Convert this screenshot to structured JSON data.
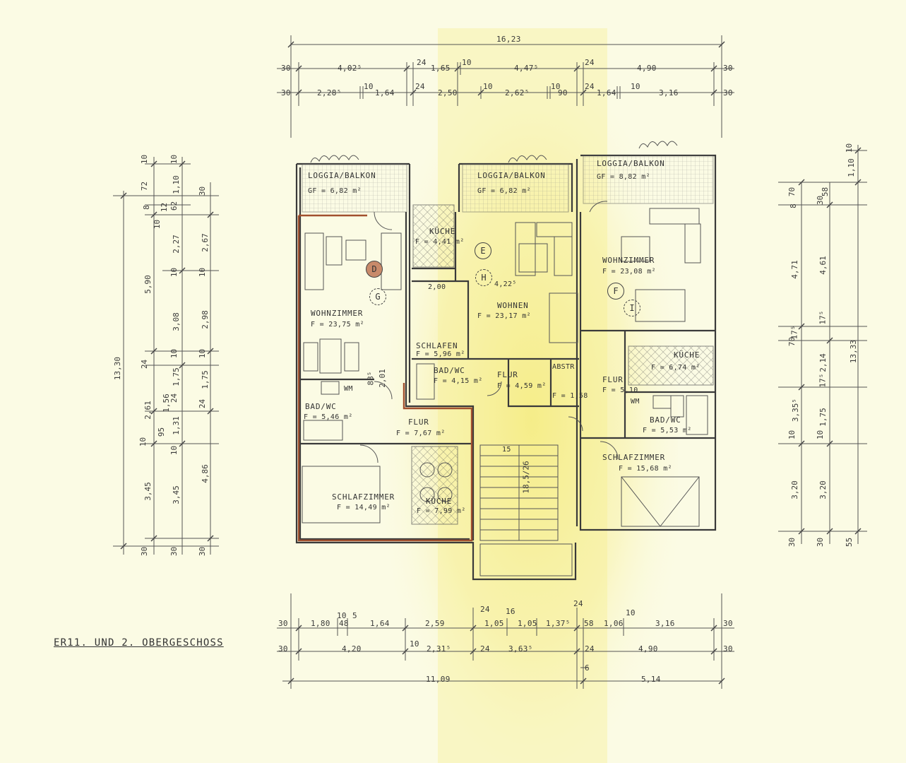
{
  "title": "ER11. UND 2. OBERGESCHOSS",
  "top_dims": {
    "total": "16,23",
    "row1": [
      "30",
      "4,02⁵",
      "24",
      "1,65",
      "10",
      "4,47⁵",
      "24",
      "4,90",
      "30"
    ],
    "row2": [
      "30",
      "2,28⁵",
      "10",
      "1,64",
      "24",
      "2,50",
      "10",
      "2,62⁵",
      "10",
      "90",
      "24",
      "1,64",
      "10",
      "3,16",
      "30"
    ]
  },
  "bottom_dims": {
    "row1": [
      "30",
      "1,80",
      "10",
      "48",
      "5",
      "1,64",
      "2,59",
      "24",
      "1,05",
      "16",
      "1,05",
      "1,37⁵",
      "24",
      "58",
      "1,06",
      "10",
      "3,16",
      "30"
    ],
    "row2": [
      "30",
      "4,20",
      "10",
      "2,31⁵",
      "24",
      "3,63⁵",
      "24",
      "4,90",
      "30"
    ],
    "six": "6",
    "totals": [
      "11,09",
      "5,14"
    ]
  },
  "left_dims": {
    "total": "13,30",
    "col_a": [
      "10",
      "72",
      "8",
      "10",
      "12",
      "5,90",
      "24",
      "2,61",
      "1,56",
      "95",
      "10",
      "3,45",
      "30"
    ],
    "col_b": [
      "10",
      "1,10",
      "62",
      "2,27",
      "10",
      "3,08",
      "10",
      "1,75",
      "24",
      "1,31",
      "10",
      "3,45",
      "30"
    ],
    "col_c": [
      "30",
      "2,67",
      "10",
      "2,98",
      "10",
      "1,75",
      "24",
      "4,86",
      "30"
    ]
  },
  "right_dims": {
    "total": "13,33",
    "col_a": [
      "70",
      "8",
      "4,71",
      "17⁵",
      "70",
      "3,35⁵",
      "10",
      "3,20",
      "30"
    ],
    "col_b": [
      "30",
      "58",
      "4,61",
      "17⁵",
      "2,14",
      "17⁵",
      "1,75",
      "10",
      "3,20",
      "30"
    ],
    "col_c": [
      "10",
      "1,10",
      "55"
    ]
  },
  "rooms": {
    "loggia_left": {
      "name": "LOGGIA/BALKON",
      "area": "GF = 6,82 m²"
    },
    "loggia_mid": {
      "name": "LOGGIA/BALKON",
      "area": "GF = 6,82 m²"
    },
    "loggia_right": {
      "name": "LOGGIA/BALKON",
      "area": "GF = 8,82 m²"
    },
    "wohnzimmer_left": {
      "name": "WOHNZIMMER",
      "area": "F = 23,75 m²"
    },
    "bad_left": {
      "name": "BAD/WC",
      "area": "F = 5,46 m²",
      "wm": "WM"
    },
    "flur_left": {
      "name": "FLUR",
      "area": "F = 7,67 m²"
    },
    "schlafzimmer_left": {
      "name": "SCHLAFZIMMER",
      "area": "F = 14,49 m²"
    },
    "kuche_left": {
      "name": "KÜCHE",
      "area": "F = 7,99 m²"
    },
    "kuche_mid": {
      "name": "KÜCHE",
      "area": "F = 4,41 m²"
    },
    "wohnen_mid": {
      "name": "WOHNEN",
      "area": "F = 23,17 m²"
    },
    "schlafen_mid": {
      "name": "SCHLAFEN",
      "area": "F = 5,96 m²"
    },
    "bad_mid": {
      "name": "BAD/WC",
      "area": "F = 4,15 m²"
    },
    "flur_mid": {
      "name": "FLUR",
      "area": "F = 4,59 m²"
    },
    "abstr": {
      "name": "ABSTR",
      "area": "F = 1,58"
    },
    "wohnzimmer_right": {
      "name": "WOHNZIMMER",
      "area": "F = 23,08 m²"
    },
    "kuche_right": {
      "name": "KÜCHE",
      "area": "F = 6,74 m²"
    },
    "flur_right": {
      "name": "FLUR",
      "area": "F = 5,10"
    },
    "bad_right": {
      "name": "BAD/WC",
      "area": "F = 5,53 m²",
      "wm": "WM"
    },
    "schlafzimmer_right": {
      "name": "SCHLAFZIMMER",
      "area": "F = 15,68 m²"
    }
  },
  "markers": {
    "d": "D",
    "g": "G",
    "e": "E",
    "h": "H",
    "f": "F",
    "i": "I"
  },
  "misc": {
    "dim_200": "2,00",
    "dim_422": "4,22⁵",
    "stair_steps": "15",
    "stair_ratio": "18,5/26",
    "door_88": "88⁵",
    "door_201": "2,01"
  },
  "colors": {
    "paper": "#fbfbe4",
    "highlight": "#f6ef8e",
    "ink": "#444444",
    "apartment_outline": "#a2502e"
  }
}
